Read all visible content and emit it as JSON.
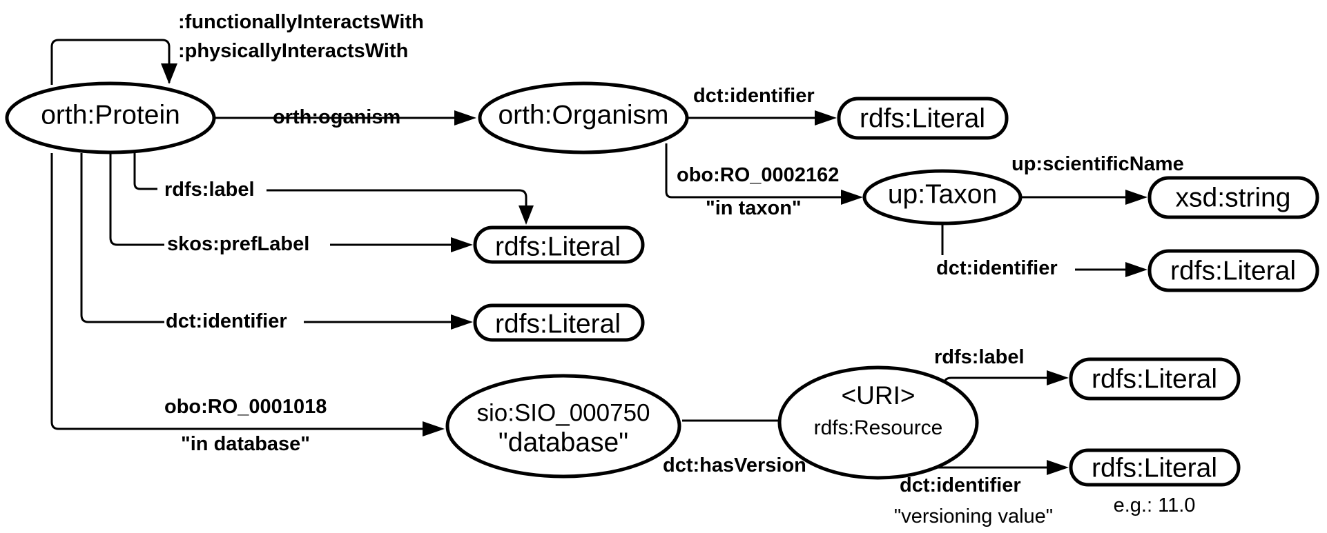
{
  "nodes": {
    "protein": "orth:Protein",
    "organism": "orth:Organism",
    "organism_identifier_literal": "rdfs:Literal",
    "taxon": "up:Taxon",
    "scientific_name_type": "xsd:string",
    "taxon_identifier_literal": "rdfs:Literal",
    "label_literal": "rdfs:Literal",
    "protein_identifier_literal": "rdfs:Literal",
    "database_line1": "sio:SIO_000750",
    "database_line2": "\"database\"",
    "version_resource_line1": "<URI>",
    "version_resource_line2": "rdfs:Resource",
    "version_label_literal": "rdfs:Literal",
    "version_identifier_literal": "rdfs:Literal"
  },
  "edges": {
    "functionally_interacts": ":functionallyInteractsWith",
    "physically_interacts": ":physicallyInteractsWith",
    "organism": "orth:oganism",
    "organism_identifier": "dct:identifier",
    "in_taxon": "obo:RO_0002162",
    "in_taxon_note": "\"in taxon\"",
    "scientific_name": "up:scientificName",
    "taxon_identifier": "dct:identifier",
    "rdfs_label": "rdfs:label",
    "skos_pref_label": "skos:prefLabel",
    "protein_identifier": "dct:identifier",
    "in_database": "obo:RO_0001018",
    "in_database_note": "\"in database\"",
    "has_version": "dct:hasVersion",
    "version_label": "rdfs:label",
    "version_identifier": "dct:identifier"
  },
  "notes": {
    "versioning_value": "\"versioning value\"",
    "example_value": "e.g.: 11.0"
  }
}
